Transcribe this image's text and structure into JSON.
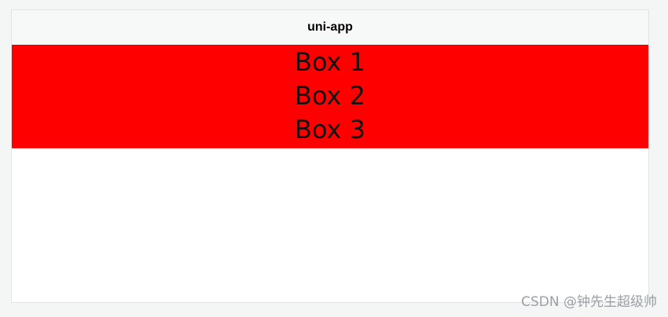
{
  "app": {
    "title": "uni-app"
  },
  "boxes": [
    {
      "label": "Box 1"
    },
    {
      "label": "Box 2"
    },
    {
      "label": "Box 3"
    }
  ],
  "colors": {
    "box_container_bg": "#ff0000",
    "navbar_bg": "#f7f8f8",
    "page_bg": "#f4f5f5"
  },
  "watermark": {
    "text": "CSDN @钟先生超级帅"
  }
}
